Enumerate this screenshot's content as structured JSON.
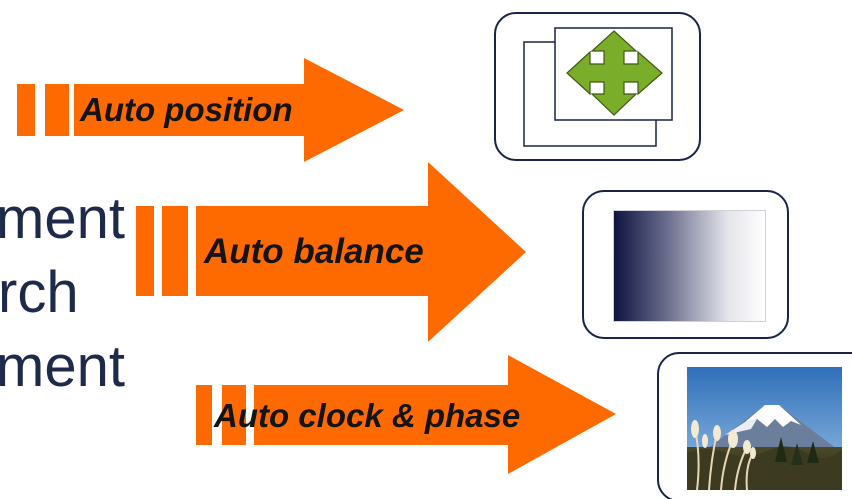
{
  "background_text": [
    "ment",
    "rch",
    "ment"
  ],
  "arrows": [
    {
      "label": "Auto position"
    },
    {
      "label": "Auto balance"
    },
    {
      "label": "Auto clock & phase"
    }
  ],
  "colors": {
    "arrow": "#ff6a00",
    "text_dark": "#1e2a4a",
    "panel_border": "#1a2348",
    "move_icon": "#7aae2a",
    "gradient_dark": "#0f1340"
  },
  "icons": [
    "move-arrows-icon",
    "gradient-swatch",
    "mount-fuji-photo"
  ]
}
